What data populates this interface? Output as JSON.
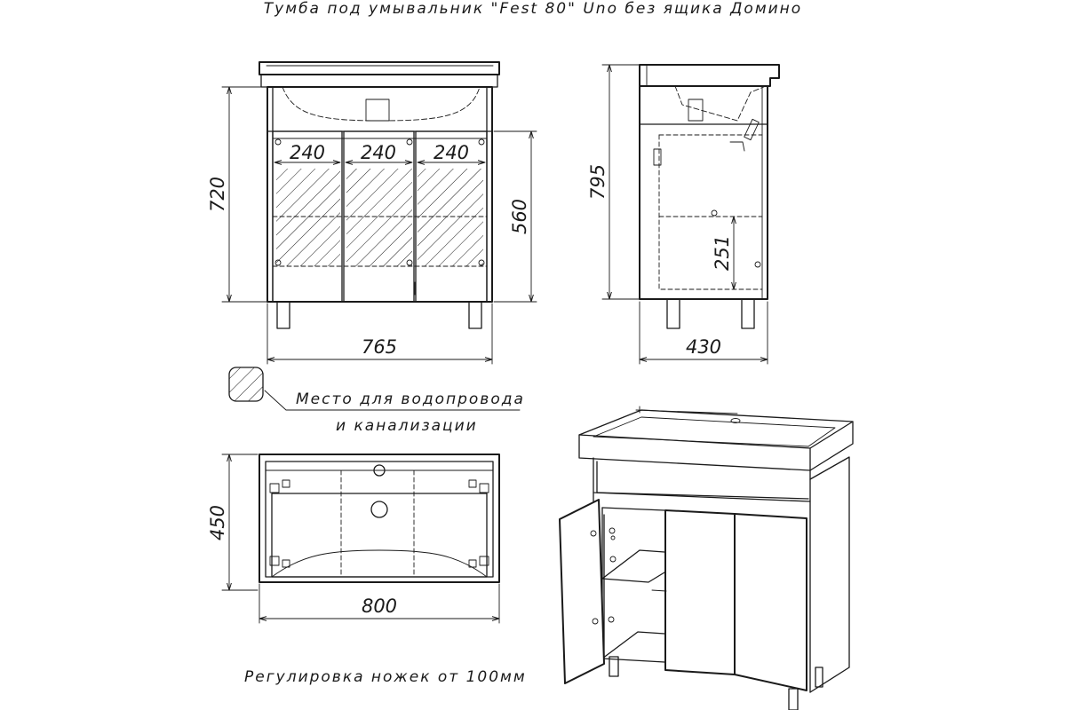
{
  "title": "Тумба под умывальник \"Fest 80\" Uno без ящика Домино",
  "legend": {
    "swatch_icon": "hatch-square-icon",
    "line1": "Место для водопровода",
    "line2": "и канализации"
  },
  "front_view": {
    "height": "720",
    "door_height": "560",
    "width": "765",
    "section_widths": [
      "240",
      "240",
      "240"
    ]
  },
  "side_view": {
    "height": "795",
    "shelf_height": "251",
    "depth": "430"
  },
  "top_view": {
    "depth": "450",
    "width": "800"
  },
  "footer_note": "Регулировка ножек от 100мм",
  "colors": {
    "line": "#1a1a1a",
    "background": "#ffffff"
  }
}
